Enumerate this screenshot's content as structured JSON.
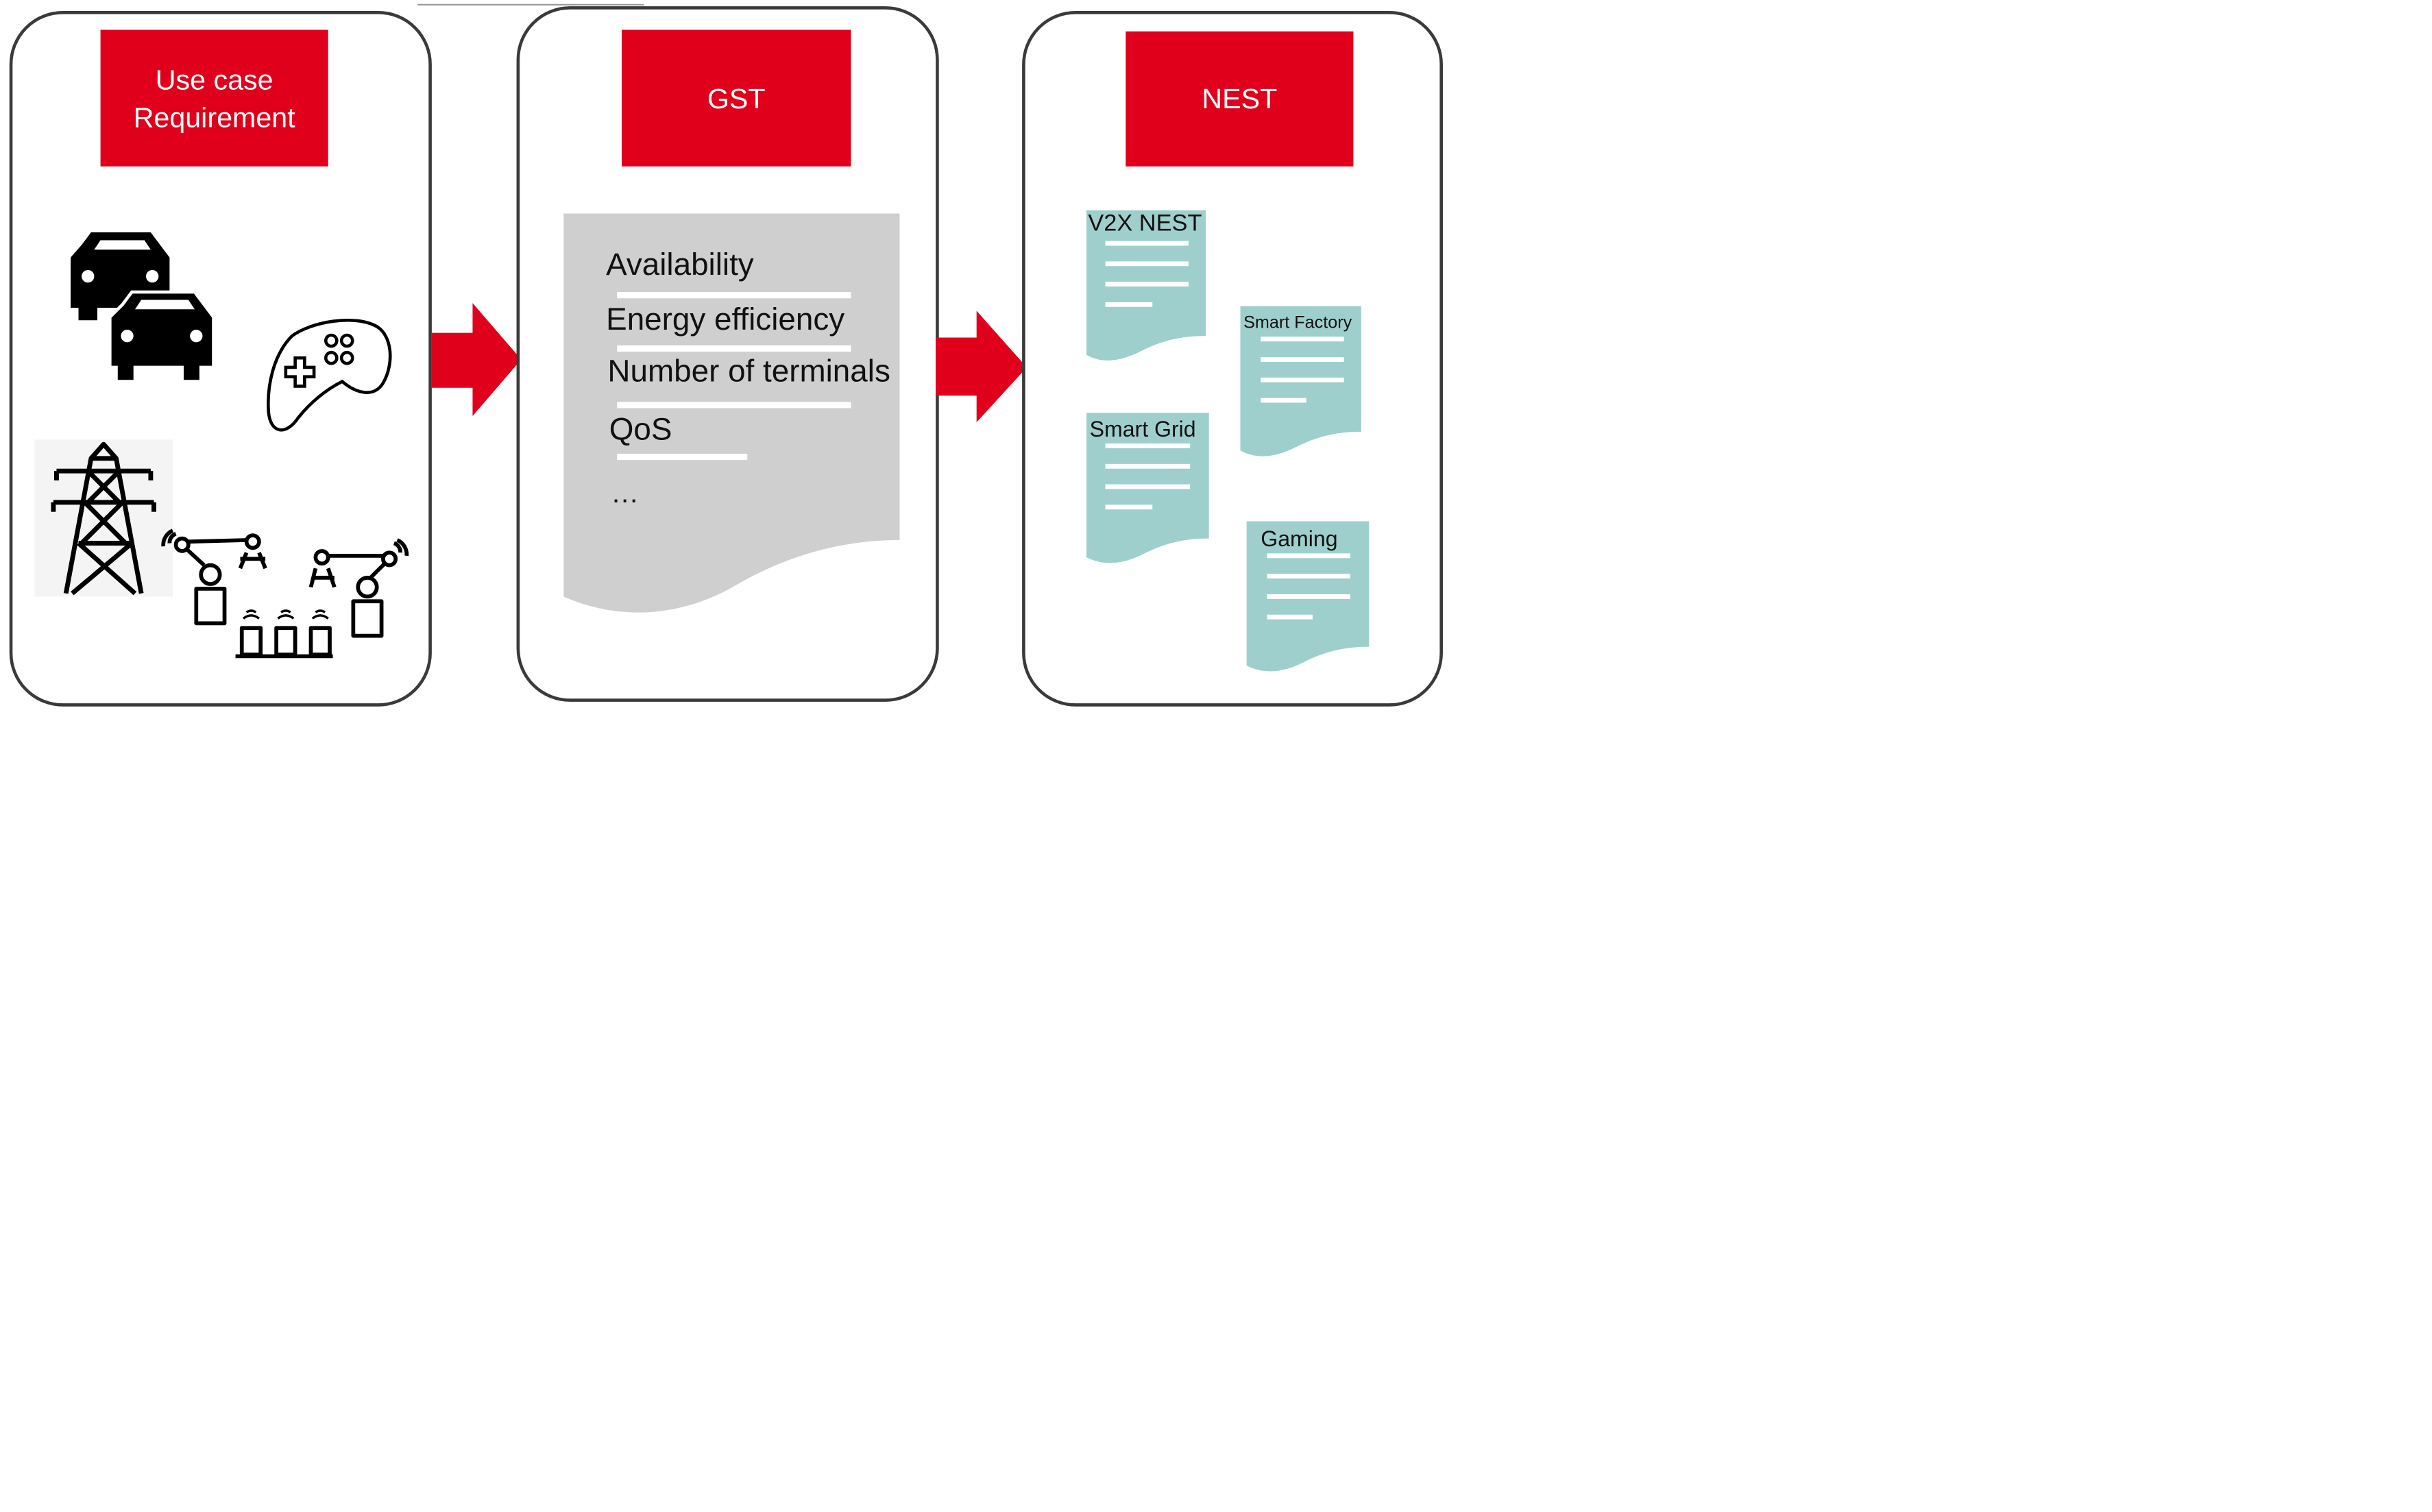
{
  "colors": {
    "accent_red": "#e0001b",
    "doc_teal": "#9fcfcc",
    "sheet_grey": "#cfcfd0",
    "outline": "#3a3a3a",
    "underline_white": "#ffffff"
  },
  "panels": {
    "use_case": {
      "header": "Use case\nRequirement",
      "icons": [
        "cars-icon",
        "gamepad-icon",
        "power-tower-icon",
        "robot-arms-icon"
      ]
    },
    "gst": {
      "header": "GST",
      "items": [
        "Availability",
        "Energy efficiency",
        "Number of terminals",
        "QoS",
        "…"
      ]
    },
    "nest": {
      "header": "NEST",
      "docs": [
        "V2X NEST",
        "Smart Factory",
        "Smart Grid",
        "Gaming"
      ]
    }
  },
  "arrows": [
    "arrow-right-icon",
    "arrow-right-icon"
  ]
}
